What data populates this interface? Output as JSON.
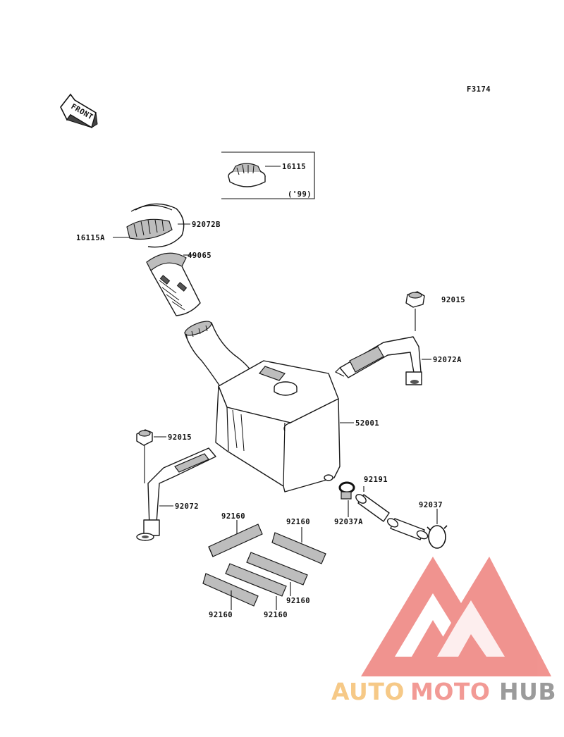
{
  "figure_code": "F3174",
  "front_arrow": "FRONT",
  "variant_note": "('99)",
  "parts": {
    "cap_alt": "16115",
    "cap": "16115A",
    "cap_gasket": "92072B",
    "filler_neck": "49065",
    "nut_right": "92015",
    "band_right": "92072A",
    "tank": "52001",
    "nut_left": "92015",
    "band_left": "92072",
    "clamp_a": "92037A",
    "hose": "92191",
    "clamp": "92037",
    "pad_1": "92160",
    "pad_2": "92160",
    "pad_3": "92160",
    "pad_4": "92160",
    "pad_5": "92160"
  },
  "watermark": {
    "brand_part1": "AUTO",
    "brand_part2": "MOTO",
    "brand_part3": "HUB",
    "colors": {
      "auto": "#f6c987",
      "moto": "#f29a95",
      "hub": "#9b9b9b",
      "logo": "#f08e8a"
    }
  }
}
